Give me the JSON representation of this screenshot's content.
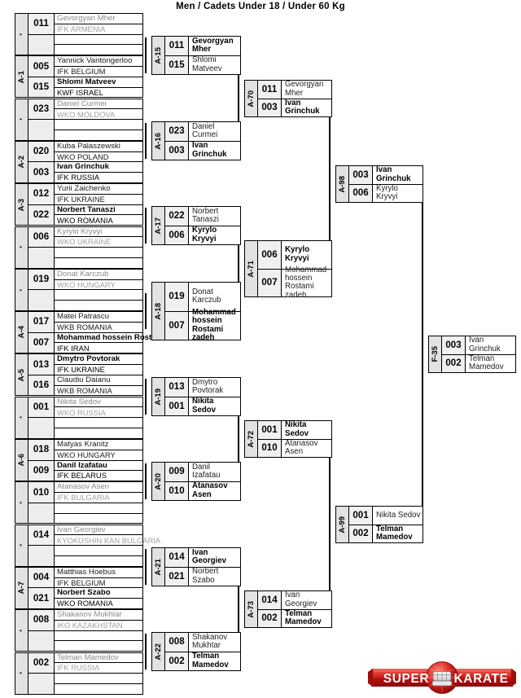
{
  "title": "Men / Cadets Under 18 / Under 60 Kg",
  "logo": {
    "left_text": "SUPER",
    "right_text": "KARATE"
  },
  "round1": [
    {
      "tag": "",
      "tag_empty": true,
      "p1": {
        "num": "011",
        "name": "Gevorgyan Mher",
        "country": "IFK ARMENIA",
        "state": "bye"
      },
      "p2": {
        "num": "",
        "name": "",
        "country": "",
        "state": "blank"
      }
    },
    {
      "tag": "A-1",
      "tag_empty": false,
      "p1": {
        "num": "005",
        "name": "Yannick Vantongerloo",
        "country": "IFK BELGIUM",
        "state": "lose"
      },
      "p2": {
        "num": "015",
        "name": "Shlomi Matveev",
        "country": "KWF ISRAEL",
        "state": "win"
      }
    },
    {
      "tag": "",
      "tag_empty": true,
      "p1": {
        "num": "023",
        "name": "Daniel Curmei",
        "country": "WKO MOLDOVA",
        "state": "bye"
      },
      "p2": {
        "num": "",
        "name": "",
        "country": "",
        "state": "blank"
      }
    },
    {
      "tag": "A-2",
      "tag_empty": false,
      "p1": {
        "num": "020",
        "name": "Kuba Palaszewski",
        "country": "WKO POLAND",
        "state": "lose"
      },
      "p2": {
        "num": "003",
        "name": "Ivan Grinchuk",
        "country": "IFK RUSSIA",
        "state": "win"
      }
    },
    {
      "tag": "A-3",
      "tag_empty": false,
      "p1": {
        "num": "012",
        "name": "Yurii Zaichenko",
        "country": "IFK UKRAINE",
        "state": "lose"
      },
      "p2": {
        "num": "022",
        "name": "Norbert Tanaszi",
        "country": "WKO ROMANIA",
        "state": "win"
      }
    },
    {
      "tag": "",
      "tag_empty": true,
      "p1": {
        "num": "006",
        "name": "Kyrylo Kryvyi",
        "country": "WKO UKRAINE",
        "state": "bye"
      },
      "p2": {
        "num": "",
        "name": "",
        "country": "",
        "state": "blank"
      }
    },
    {
      "tag": "",
      "tag_empty": true,
      "p1": {
        "num": "019",
        "name": "Donat Karczub",
        "country": "WKO HUNGARY",
        "state": "bye"
      },
      "p2": {
        "num": "",
        "name": "",
        "country": "",
        "state": "blank"
      }
    },
    {
      "tag": "A-4",
      "tag_empty": false,
      "p1": {
        "num": "017",
        "name": "Matei Patrascu",
        "country": "WKB ROMANIA",
        "state": "lose"
      },
      "p2": {
        "num": "007",
        "name": "Mohammad hossein Rostami zadeh",
        "country": "IFK IRAN",
        "state": "win"
      }
    },
    {
      "tag": "A-5",
      "tag_empty": false,
      "p1": {
        "num": "013",
        "name": "Dmytro Povtorak",
        "country": "IFK UKRAINE",
        "state": "win"
      },
      "p2": {
        "num": "016",
        "name": "Claudiu Daianu",
        "country": "WKB ROMANIA",
        "state": "lose"
      }
    },
    {
      "tag": "",
      "tag_empty": true,
      "p1": {
        "num": "001",
        "name": "Nikita Sedov",
        "country": "WKO RUSSIA",
        "state": "bye"
      },
      "p2": {
        "num": "",
        "name": "",
        "country": "",
        "state": "blank"
      }
    },
    {
      "tag": "A-6",
      "tag_empty": false,
      "p1": {
        "num": "018",
        "name": "Matyas Kranitz",
        "country": "WKO HUNGARY",
        "state": "lose"
      },
      "p2": {
        "num": "009",
        "name": "Danil Izafatau",
        "country": "IFK BELARUS",
        "state": "win"
      }
    },
    {
      "tag": "",
      "tag_empty": true,
      "p1": {
        "num": "010",
        "name": "Atanasov Asen",
        "country": "IFK BULGARIA",
        "state": "bye"
      },
      "p2": {
        "num": "",
        "name": "",
        "country": "",
        "state": "blank"
      }
    },
    {
      "tag": "",
      "tag_empty": true,
      "p1": {
        "num": "014",
        "name": "Ivan Georgiev",
        "country": "KYOKUSHIN KAN BULGARIA",
        "state": "bye"
      },
      "p2": {
        "num": "",
        "name": "",
        "country": "",
        "state": "blank"
      }
    },
    {
      "tag": "A-7",
      "tag_empty": false,
      "p1": {
        "num": "004",
        "name": "Matthias Hoebus",
        "country": "IFK BELGIUM",
        "state": "lose"
      },
      "p2": {
        "num": "021",
        "name": "Norbert Szabo",
        "country": "WKO ROMANIA",
        "state": "win"
      }
    },
    {
      "tag": "",
      "tag_empty": true,
      "p1": {
        "num": "008",
        "name": "Shakanov Mukhtar",
        "country": "IKO KAZAKHSTAN",
        "state": "bye"
      },
      "p2": {
        "num": "",
        "name": "",
        "country": "",
        "state": "blank"
      }
    },
    {
      "tag": "",
      "tag_empty": true,
      "p1": {
        "num": "002",
        "name": "Telman Mamedov",
        "country": "IFK RUSSIA",
        "state": "bye"
      },
      "p2": {
        "num": "",
        "name": "",
        "country": "",
        "state": "blank"
      }
    }
  ],
  "round2": [
    {
      "tag": "A-15",
      "p1": {
        "num": "011",
        "name": "Gevorgyan Mher",
        "win": true
      },
      "p2": {
        "num": "015",
        "name": "Shlomi Matveev",
        "win": false
      }
    },
    {
      "tag": "A-16",
      "p1": {
        "num": "023",
        "name": "Daniel Curmei",
        "win": false
      },
      "p2": {
        "num": "003",
        "name": "Ivan Grinchuk",
        "win": true
      }
    },
    {
      "tag": "A-17",
      "p1": {
        "num": "022",
        "name": "Norbert Tanaszi",
        "win": false
      },
      "p2": {
        "num": "006",
        "name": "Kyrylo Kryvyi",
        "win": true
      }
    },
    {
      "tag": "A-18",
      "p1": {
        "num": "019",
        "name": "Donat Karczub",
        "win": false
      },
      "p2": {
        "num": "007",
        "name": "Mohammad hossein Rostami zadeh",
        "win": true
      }
    },
    {
      "tag": "A-19",
      "p1": {
        "num": "013",
        "name": "Dmytro Povtorak",
        "win": false
      },
      "p2": {
        "num": "001",
        "name": "Nikita Sedov",
        "win": true
      }
    },
    {
      "tag": "A-20",
      "p1": {
        "num": "009",
        "name": "Danil Izafatau",
        "win": false
      },
      "p2": {
        "num": "010",
        "name": "Atanasov Asen",
        "win": true
      }
    },
    {
      "tag": "A-21",
      "p1": {
        "num": "014",
        "name": "Ivan Georgiev",
        "win": true
      },
      "p2": {
        "num": "021",
        "name": "Norbert Szabo",
        "win": false
      }
    },
    {
      "tag": "A-22",
      "p1": {
        "num": "008",
        "name": "Shakanov Mukhtar",
        "win": false
      },
      "p2": {
        "num": "002",
        "name": "Telman Mamedov",
        "win": true
      }
    }
  ],
  "round3": [
    {
      "tag": "A-70",
      "p1": {
        "num": "011",
        "name": "Gevorgyan Mher",
        "win": false
      },
      "p2": {
        "num": "003",
        "name": "Ivan Grinchuk",
        "win": true
      }
    },
    {
      "tag": "A-71",
      "p1": {
        "num": "006",
        "name": "Kyrylo Kryvyi",
        "win": true
      },
      "p2": {
        "num": "007",
        "name": "Mohammad hossein Rostami zadeh",
        "win": false
      }
    },
    {
      "tag": "A-72",
      "p1": {
        "num": "001",
        "name": "Nikita Sedov",
        "win": true
      },
      "p2": {
        "num": "010",
        "name": "Atanasov Asen",
        "win": false
      }
    },
    {
      "tag": "A-73",
      "p1": {
        "num": "014",
        "name": "Ivan Georgiev",
        "win": false
      },
      "p2": {
        "num": "002",
        "name": "Telman Mamedov",
        "win": true
      }
    }
  ],
  "round4": [
    {
      "tag": "A-98",
      "p1": {
        "num": "003",
        "name": "Ivan Grinchuk",
        "win": true
      },
      "p2": {
        "num": "006",
        "name": "Kyrylo Kryvyi",
        "win": false
      }
    },
    {
      "tag": "A-99",
      "p1": {
        "num": "001",
        "name": "Nikita Sedov",
        "win": false
      },
      "p2": {
        "num": "002",
        "name": "Telman Mamedov",
        "win": true
      }
    }
  ],
  "final": [
    {
      "tag": "F-35",
      "p1": {
        "num": "003",
        "name": "Ivan Grinchuk",
        "win": false
      },
      "p2": {
        "num": "002",
        "name": "Telman Mamedov",
        "win": false
      }
    }
  ]
}
